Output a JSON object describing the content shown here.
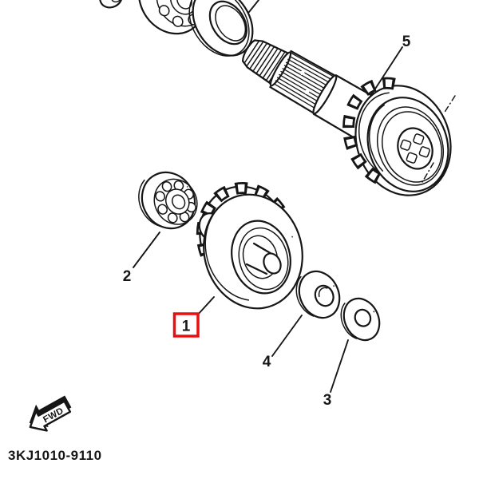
{
  "diagram": {
    "drawing_code": "3KJ1010-9110",
    "fwd_label": "FWD",
    "callouts": {
      "c1": "1",
      "c2": "2",
      "c3": "3",
      "c4": "4",
      "c5": "5"
    },
    "colors": {
      "ink": "#161616",
      "highlight": "#e90f0f",
      "paper": "#ffffff"
    }
  }
}
